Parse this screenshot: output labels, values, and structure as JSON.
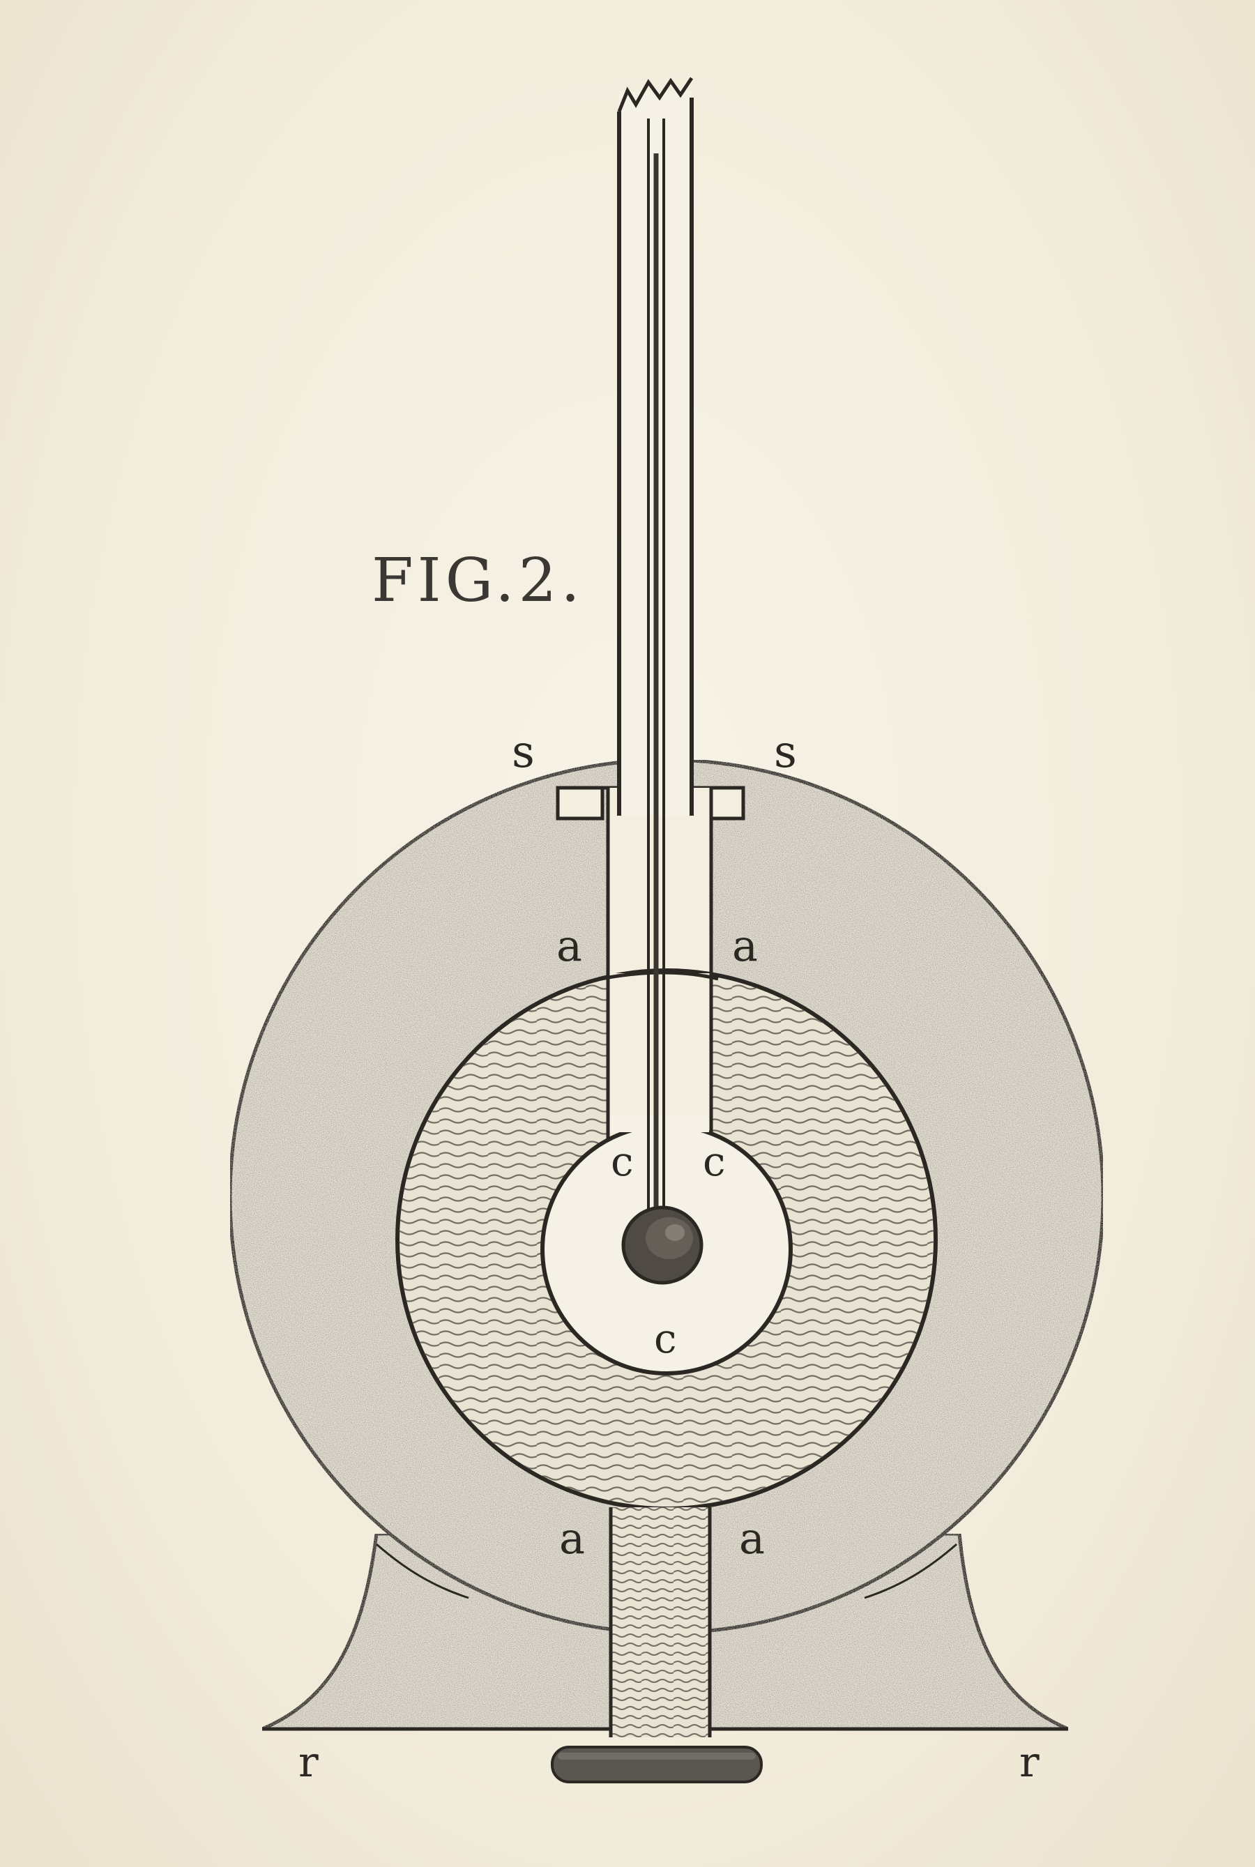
{
  "figure": {
    "title": "FIG.2.",
    "labels": {
      "s_left": "s",
      "s_right": "s",
      "a_upper_left": "a",
      "a_upper_right": "a",
      "c_left": "c",
      "c_right": "c",
      "c_bottom": "c",
      "a_lower_left": "a",
      "a_lower_right": "a",
      "r_left": "r",
      "r_right": "r"
    }
  },
  "colors": {
    "paper": "#f3eee0",
    "ink": "#2b2824",
    "stipple_fill": "#e4dfd2",
    "water_fill": "#e9e3d3"
  }
}
